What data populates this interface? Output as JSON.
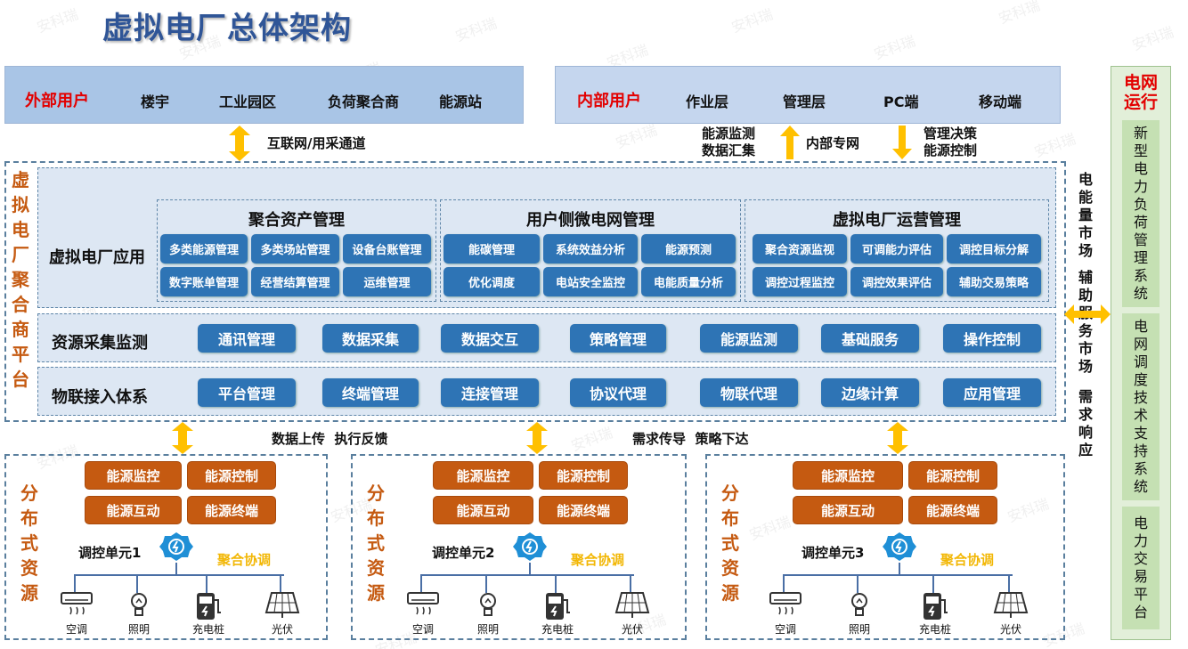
{
  "title": "虚拟电厂总体架构",
  "watermark": "安科瑞",
  "external_users": {
    "label": "外部用户",
    "items": [
      "楼宇",
      "工业园区",
      "负荷聚合商",
      "能源站"
    ]
  },
  "internal_users": {
    "label": "内部用户",
    "items": [
      "作业层",
      "管理层",
      "PC端",
      "移动端"
    ]
  },
  "links": {
    "internet": "互联网/用采通道",
    "monitor_line1": "能源监测",
    "monitor_line2": "数据汇集",
    "private_net": "内部专网",
    "decision_line1": "管理决策",
    "decision_line2": "能源控制",
    "upload_feedback": "数据上传  执行反馈",
    "demand_strategy": "需求传导  策略下达"
  },
  "platform": {
    "title_chars": [
      "虚",
      "拟",
      "电",
      "厂",
      "聚",
      "合",
      "商",
      "平",
      "台"
    ],
    "app_label": "虚拟电厂应用",
    "groups": [
      {
        "title": "聚合资产管理",
        "items": [
          "多类能源管理",
          "多类场站管理",
          "设备台账管理",
          "数字账单管理",
          "经营结算管理",
          "运维管理"
        ]
      },
      {
        "title": "用户侧微电网管理",
        "items": [
          "能碳管理",
          "系统效益分析",
          "能源预测",
          "优化调度",
          "电站安全监控",
          "电能质量分析"
        ]
      },
      {
        "title": "虚拟电厂运营管理",
        "items": [
          "聚合资源监视",
          "可调能力评估",
          "调控目标分解",
          "调控过程监控",
          "调控效果评估",
          "辅助交易策略"
        ]
      }
    ],
    "collect": {
      "label": "资源采集监测",
      "items": [
        "通讯管理",
        "数据采集",
        "数据交互",
        "策略管理",
        "能源监测",
        "基础服务",
        "操作控制"
      ]
    },
    "iot": {
      "label": "物联接入体系",
      "items": [
        "平台管理",
        "终端管理",
        "连接管理",
        "协议代理",
        "物联代理",
        "边缘计算",
        "应用管理"
      ]
    }
  },
  "markets": {
    "energy_chars": [
      "电",
      "能",
      "量",
      "市",
      "场"
    ],
    "aux_chars": [
      "辅",
      "助",
      "服",
      "务",
      "市",
      "场"
    ],
    "demand_chars": [
      "需",
      "求",
      "响",
      "应"
    ]
  },
  "grid": {
    "title": "电网运行",
    "systems": [
      "新型电力负荷管理系统",
      "电网调度技术支持系统",
      "电力交易平台"
    ]
  },
  "distributed": {
    "side_chars": [
      "分",
      "布",
      "式",
      "资",
      "源"
    ],
    "energy_buttons": [
      "能源监控",
      "能源控制",
      "能源互动",
      "能源终端"
    ],
    "coord_label": "聚合协调",
    "devices": [
      "空调",
      "照明",
      "充电桩",
      "光伏"
    ],
    "units": [
      "调控单元1",
      "调控单元2",
      "调控单元3"
    ]
  },
  "colors": {
    "primary": "#2e74b5",
    "accent": "#c55a11",
    "alert": "#e30000",
    "arrow": "#ffc000",
    "grid_green": "#c5e0b3"
  }
}
